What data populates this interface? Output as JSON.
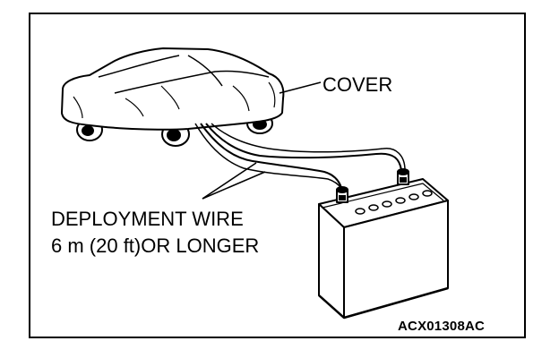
{
  "labels": {
    "cover": "COVER",
    "deployment_wire_line1": "DEPLOYMENT WIRE",
    "deployment_wire_line2": "6 m (20 ft)OR LONGER",
    "figure_code": "ACX01308AC"
  }
}
